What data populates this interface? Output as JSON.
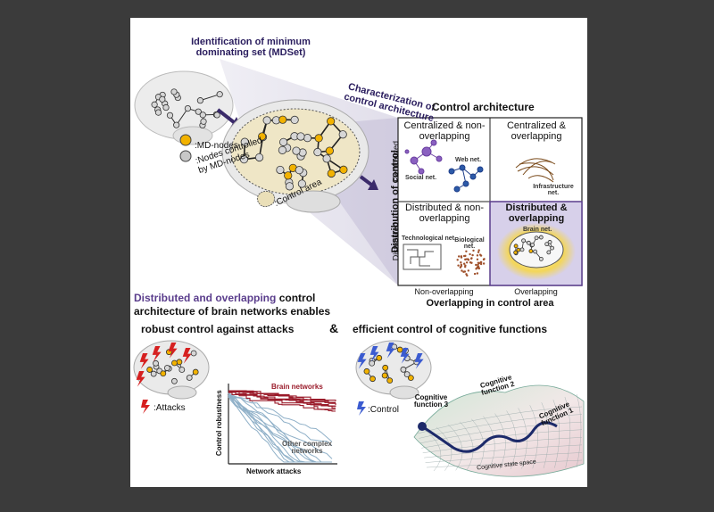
{
  "top": {
    "mdset_title": "Identification of minimum dominating set (MDSet)",
    "characterization": "Characterization of control architecture",
    "legend": {
      "md_nodes": ":MD-nodes",
      "controlled_nodes": ":Nodes controlled by MD-nodes",
      "control_area": ":Control area"
    }
  },
  "matrix": {
    "title": "Control architecture",
    "y_axis": "Distribution of control",
    "y_ticks": [
      "Centralized",
      "Distributed"
    ],
    "x_axis": "Overlapping in control area",
    "x_ticks": [
      "Non-overlapping",
      "Overlapping"
    ],
    "cells": [
      {
        "title": "Centralized & non-overlapping",
        "labels": [
          "Social net.",
          "Web net."
        ]
      },
      {
        "title": "Centralized & overlapping",
        "labels": [
          "Infrastructure net."
        ]
      },
      {
        "title": "Distributed & non-overlapping",
        "labels": [
          "Technological net.",
          "Biological net."
        ]
      },
      {
        "title": "Distributed & overlapping",
        "labels": [
          "Brain net."
        ]
      }
    ]
  },
  "bottom": {
    "headline_highlight": "Distributed and overlapping",
    "headline_rest": "control",
    "headline_line2": "architecture of brain networks enables",
    "left_title": "robust control against attacks",
    "ampersand": "&",
    "right_title": "efficient control of cognitive functions",
    "attacks_label": ":Attacks",
    "control_label": ":Control",
    "plot": {
      "ylabel": "Control robustness",
      "xlabel": "Network attacks",
      "brain": "Brain networks",
      "other": "Other complex networks"
    },
    "landscape": {
      "f1": "Cognitive function 1",
      "f2": "Cognitive function 2",
      "f3": "Cognitive function 3",
      "space": "Cognitive state space"
    }
  },
  "colors": {
    "accent_purple": "#5a3d8c",
    "md_node": "#f2b200",
    "controlled_node": "#c8c8c8",
    "control_area": "#eadfb8",
    "brain_series": "#9a1b2a",
    "other_series": "#8fb0c8",
    "attack": "#d62020",
    "control_bolt": "#3b5bd0"
  }
}
